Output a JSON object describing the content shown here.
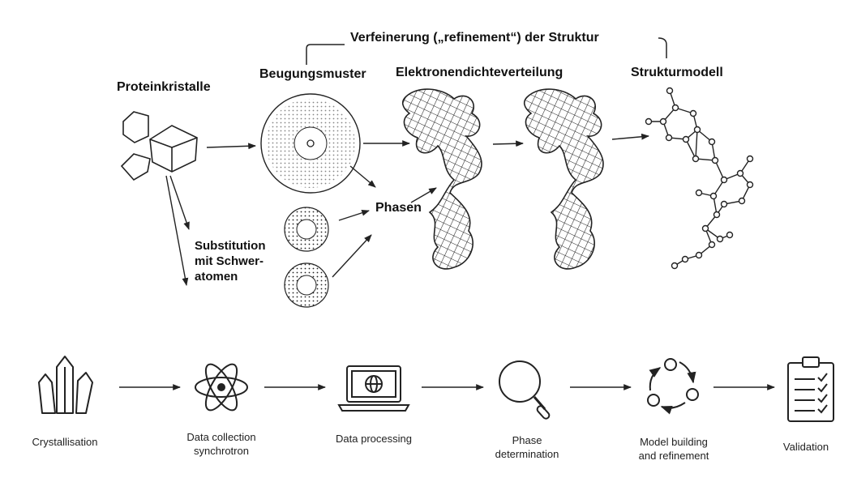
{
  "top": {
    "refinement": "Verfeinerung („refinement“) der Struktur",
    "crystals": "Proteinkristalle",
    "diffraction": "Beugungsmuster",
    "density": "Elektronendichteverteilung",
    "model": "Strukturmodell",
    "phases": "Phasen",
    "substitution_lines": [
      "Substitution",
      "mit Schwer-",
      "atomen"
    ]
  },
  "steps": [
    {
      "lines": [
        "Crystallisation"
      ],
      "icon": "crystal-icon"
    },
    {
      "lines": [
        "Data collection",
        "synchrotron"
      ],
      "icon": "atom-icon"
    },
    {
      "lines": [
        "Data processing"
      ],
      "icon": "laptop-globe-icon"
    },
    {
      "lines": [
        "Phase",
        "determination"
      ],
      "icon": "magnifier-icon"
    },
    {
      "lines": [
        "Model building",
        "and refinement"
      ],
      "icon": "cycle-icon"
    },
    {
      "lines": [
        "Validation"
      ],
      "icon": "checklist-icon"
    }
  ]
}
